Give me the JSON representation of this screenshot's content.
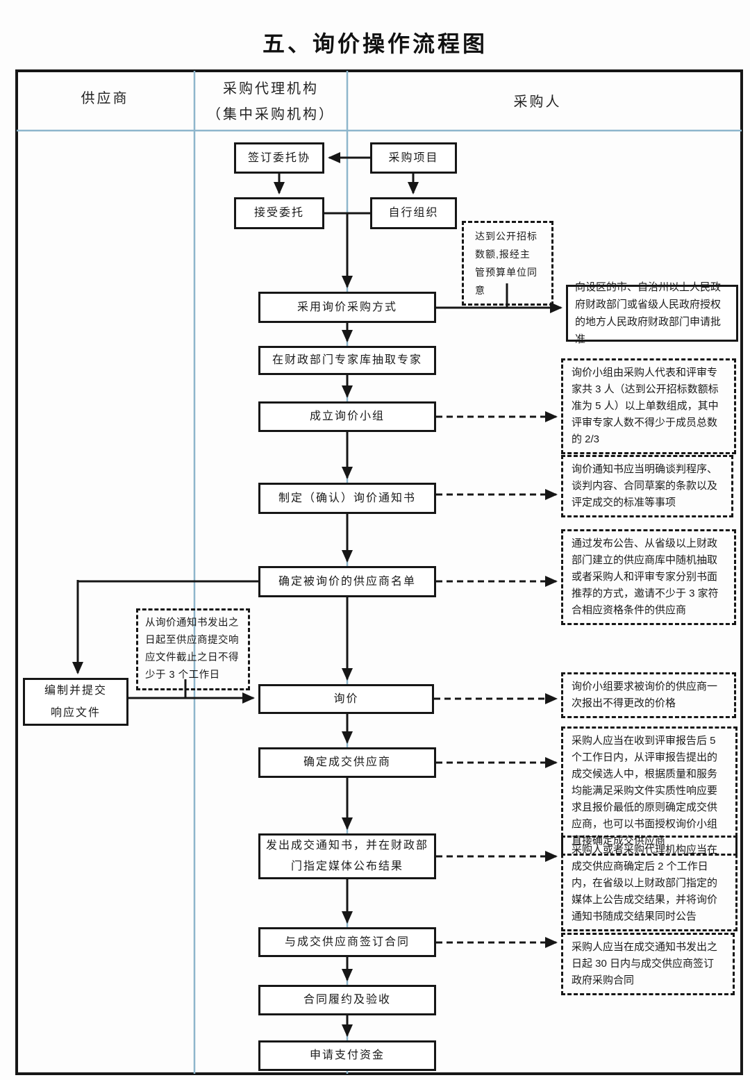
{
  "title": "五、询价操作流程图",
  "colors": {
    "line": "#161616",
    "lane_divider": "#8eb6cc",
    "background": "#ffffff"
  },
  "lanes": {
    "supplier": "供应商",
    "agency_line1": "采购代理机构",
    "agency_line2": "（集中采购机构）",
    "purchaser": "采购人"
  },
  "nodes": {
    "sign_agreement": "签订委托协",
    "purchase_project": "采购项目",
    "accept_entrust": "接受委托",
    "self_organize": "自行组织",
    "adopt_inquiry": "采用询价采购方式",
    "apply_approval": "向设区的市、自治州以上人民政府财政部门或省级人民政府授权的地方人民政府财政部门申请批准",
    "extract_experts": "在财政部门专家库抽取专家",
    "form_group": "成立询价小组",
    "make_notice": "制定（确认）询价通知书",
    "determine_suppliers": "确定被询价的供应商名单",
    "prepare_response": "编制并提交响应文件",
    "inquiry": "询价",
    "determine_winner": "确定成交供应商",
    "issue_notice": "发出成交通知书，并在财政部门指定媒体公布结果",
    "sign_contract": "与成交供应商签订合同",
    "contract_performance": "合同履约及验收",
    "apply_payment": "申请支付资金"
  },
  "annotations": {
    "reach_threshold": "达到公开招标数额,报经主管预算单位同意",
    "group_composition": "询价小组由采购人代表和评审专家共 3 人（达到公开招标数额标准为 5 人）以上单数组成，其中评审专家人数不得少于成员总数的 2/3",
    "notice_content": "询价通知书应当明确谈判程序、谈判内容、合同草案的条款以及评定成交的标准等事项",
    "supplier_selection": "通过发布公告、从省级以上财政部门建立的供应商库中随机抽取或者采购人和评审专家分别书面推荐的方式，邀请不少于 3 家符合相应资格条件的供应商",
    "response_deadline": "从询价通知书发出之日起至供应商提交响应文件截止之日不得少于 3 个工作日",
    "one_quote": "询价小组要求被询价的供应商一次报出不得更改的价格",
    "winner_rule": "采购人应当在收到评审报告后 5 个工作日内，从评审报告提出的成交候选人中，根据质量和服务均能满足采购文件实质性响应要求且报价最低的原则确定成交供应商，也可以书面授权询价小组直接确定成交供应商",
    "announce_result": "采购人或者采购代理机构应当在成交供应商确定后 2 个工作日内，在省级以上财政部门指定的媒体上公告成交结果，并将询价通知书随成交结果同时公告",
    "contract_deadline": "采购人应当在成交通知书发出之日起 30 日内与成交供应商签订政府采购合同"
  }
}
